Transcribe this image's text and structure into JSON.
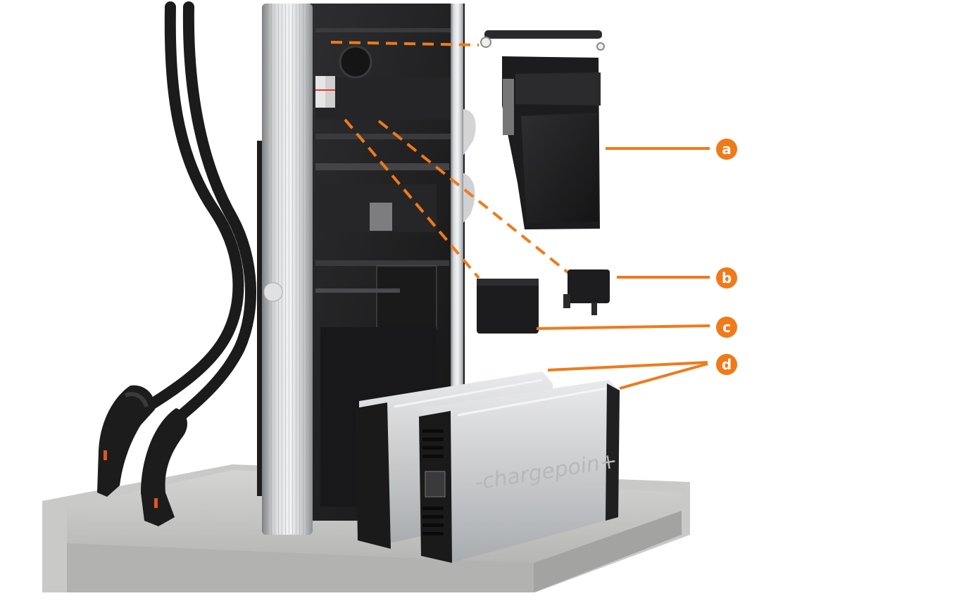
{
  "brand_text": "-chargepoin+",
  "accent_color": "#f07a1a",
  "callouts": [
    {
      "id": "a",
      "letter": "a"
    },
    {
      "id": "b",
      "letter": "b"
    },
    {
      "id": "c",
      "letter": "c"
    },
    {
      "id": "d",
      "letter": "d"
    }
  ]
}
